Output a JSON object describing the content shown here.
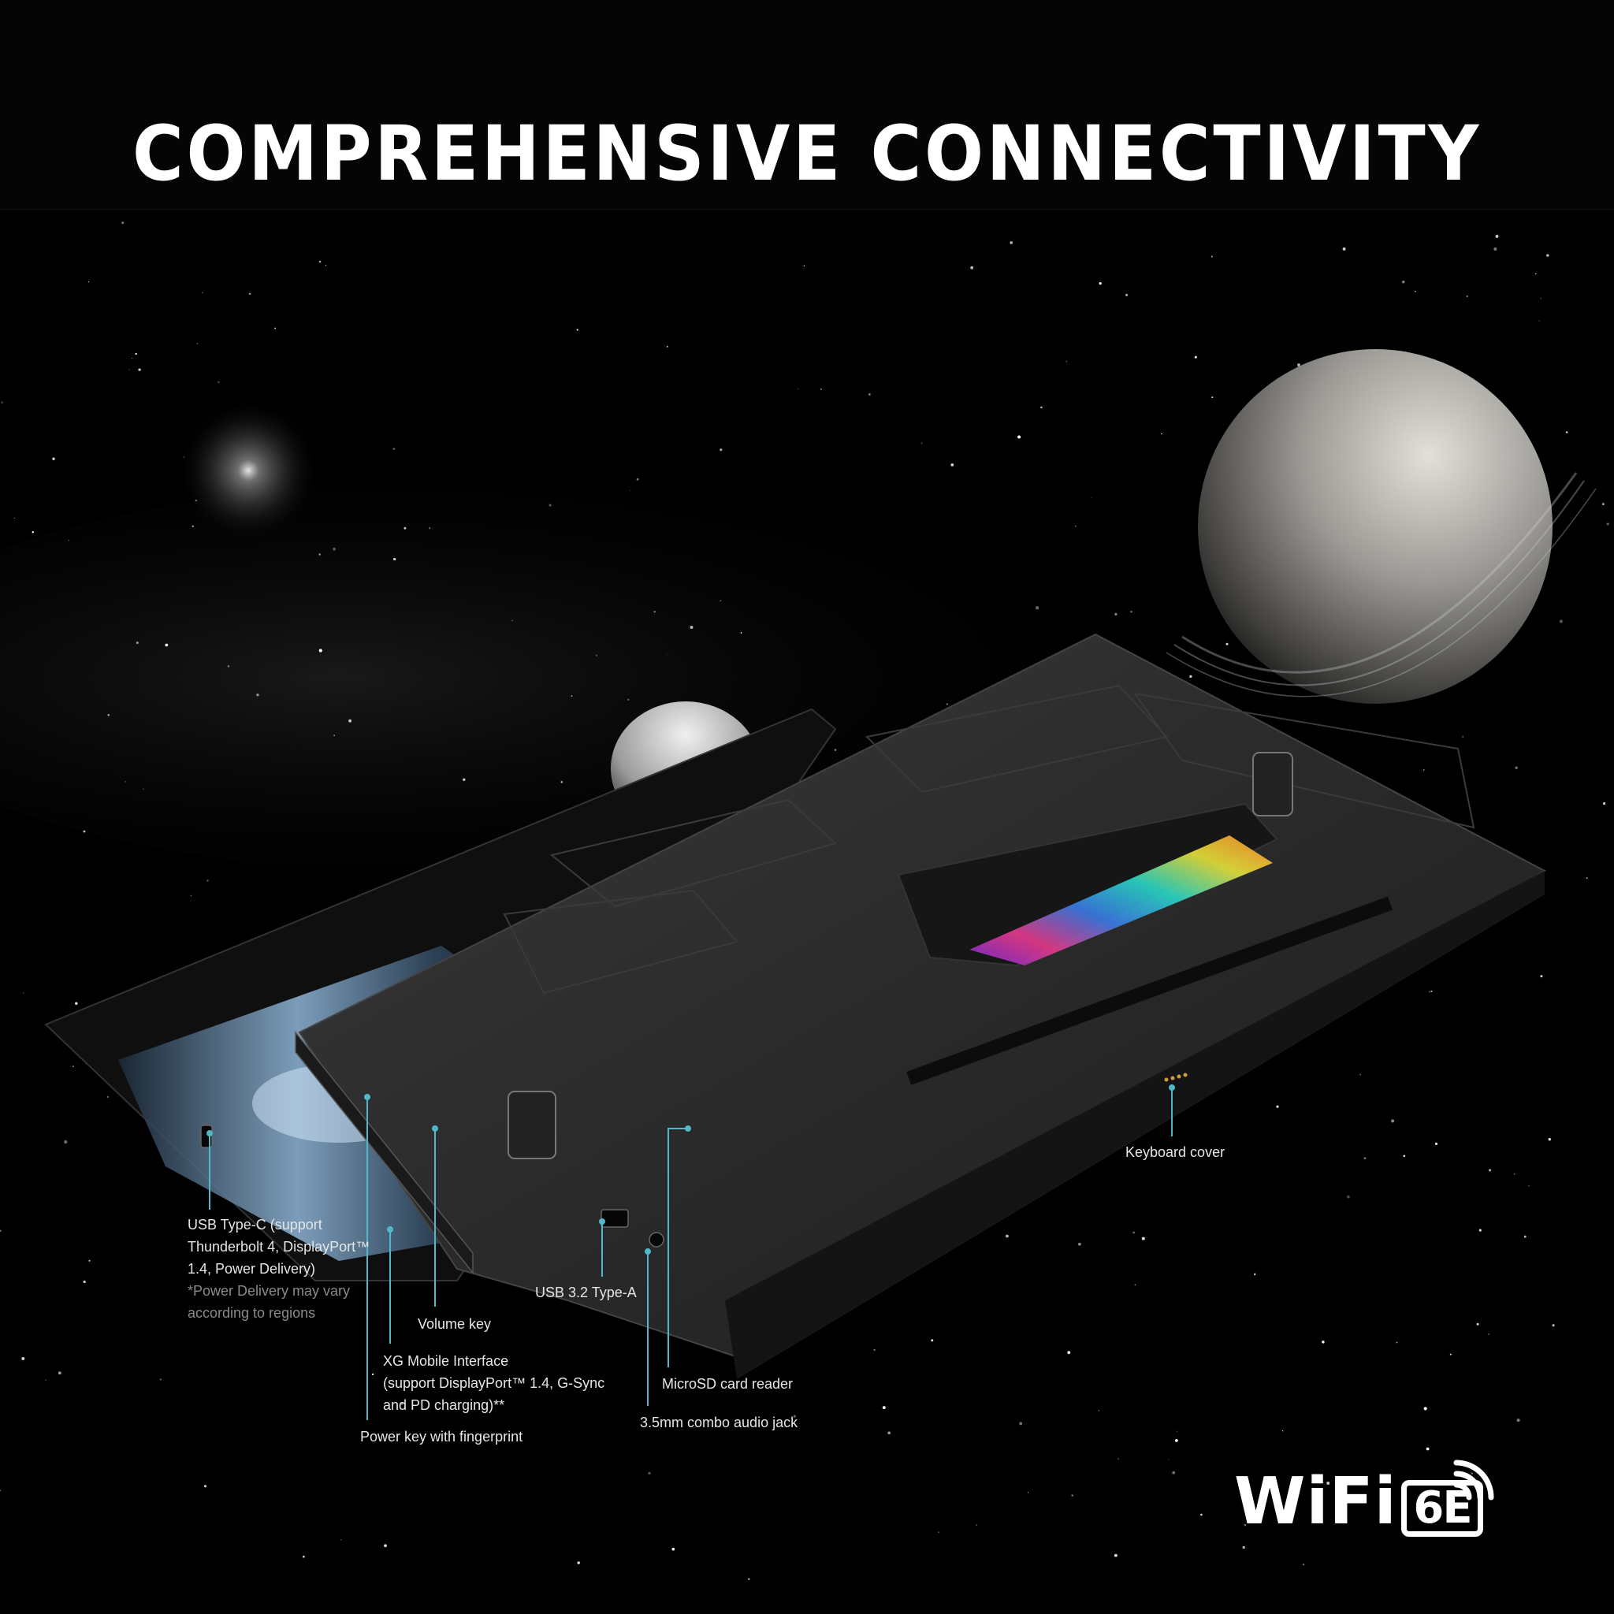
{
  "title": "COMPREHENSIVE CONNECTIVITY",
  "callouts": {
    "usb_c": {
      "lines": [
        "USB Type-C (support",
        "Thunderbolt 4, DisplayPort™",
        "1.4, Power Delivery)"
      ],
      "notes": [
        "*Power Delivery may vary",
        "according to regions"
      ]
    },
    "volume_key": {
      "lines": [
        "Volume key"
      ]
    },
    "xg_mobile": {
      "lines": [
        "XG Mobile Interface",
        "(support DisplayPort™ 1.4, G-Sync",
        "and PD charging)**"
      ]
    },
    "power_key": {
      "lines": [
        "Power key with fingerprint"
      ]
    },
    "usb_a": {
      "lines": [
        "USB 3.2 Type-A"
      ]
    },
    "microsd": {
      "lines": [
        "MicroSD card reader"
      ]
    },
    "audio_jack": {
      "lines": [
        "3.5mm combo audio jack"
      ]
    },
    "keyboard_cover": {
      "lines": [
        "Keyboard cover"
      ]
    }
  },
  "logo": {
    "wordmark": "WiFi",
    "badge": "6E",
    "icon": "wifi-signal-icon"
  },
  "colors": {
    "background": "#000000",
    "leader_line": "#4fb8c9",
    "text": "#e6e6e6",
    "muted_text": "#8a8a8a"
  }
}
